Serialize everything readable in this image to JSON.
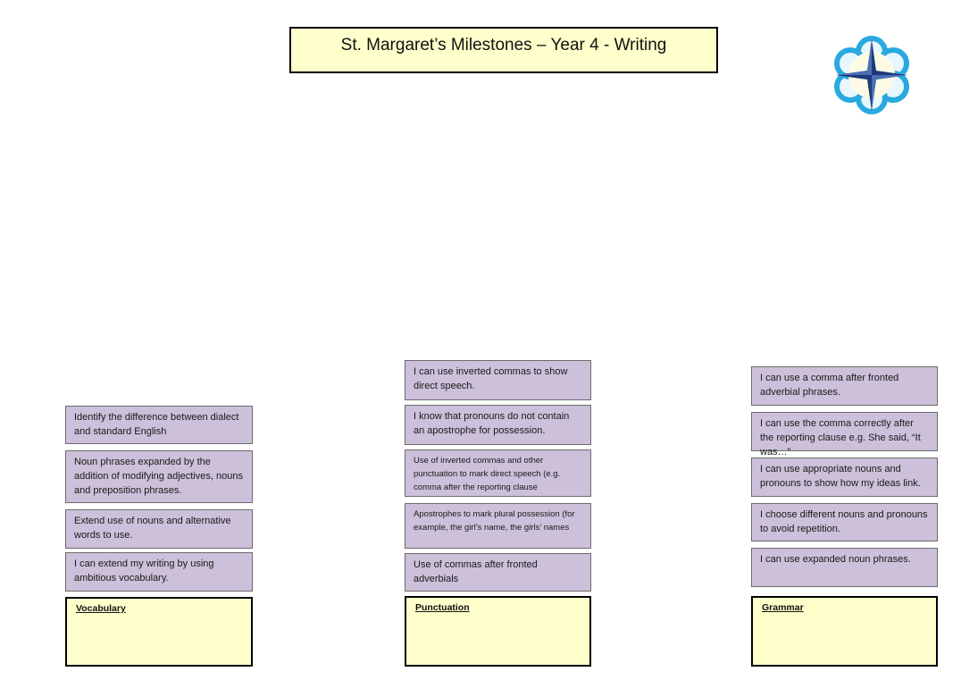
{
  "header": {
    "title": "St. Margaret’s Milestones – Year 4 - Writing"
  },
  "logo": {
    "icon": "compass-flower-logo-icon",
    "petal_color": "#29a9e0",
    "star_color": "#1f3a7a"
  },
  "columns": {
    "vocabulary": {
      "label": "Vocabulary",
      "cards": [
        "Identify the difference between dialect and standard English",
        "Noun phrases expanded by the addition of modifying adjectives, nouns and preposition phrases.",
        "Extend use of nouns and alternative words to use.",
        "I can extend my writing by using ambitious vocabulary."
      ]
    },
    "punctuation": {
      "label": "Punctuation",
      "cards": [
        "I can use inverted commas to show direct speech.",
        "I know that pronouns do not contain an apostrophe for possession.",
        "Use of inverted commas and other punctuation to mark direct speech (e.g. comma after the reporting clause",
        "Apostrophes to mark plural possession (for example, the girl’s name, the girls’ names",
        "Use of commas after fronted adverbials"
      ]
    },
    "grammar": {
      "label": "Grammar",
      "cards": [
        "I can use a comma after fronted adverbial phrases.",
        "I can use the comma correctly after the reporting clause e.g. She said, “It was…”",
        "I can use appropriate nouns and pronouns to show how my ideas link.",
        "I choose different nouns and pronouns to avoid repetition.",
        "I can use expanded noun phrases."
      ]
    }
  },
  "colors": {
    "card_bg": "#ccc0da",
    "label_bg": "#ffffcc",
    "title_bg": "#ffffcc"
  }
}
